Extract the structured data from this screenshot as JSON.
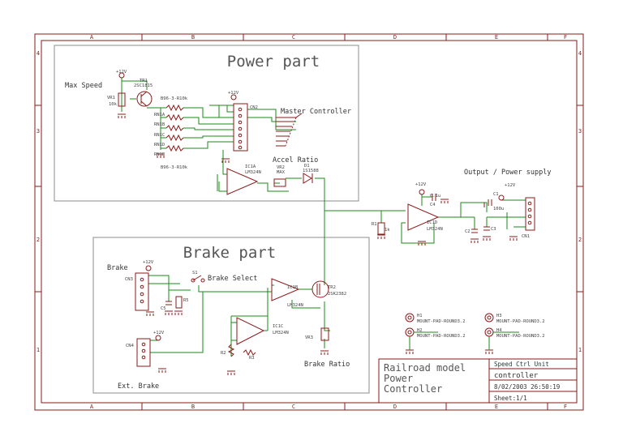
{
  "frame": {
    "col_labels": [
      "A",
      "B",
      "C",
      "D",
      "E",
      "F"
    ],
    "row_labels": [
      "4",
      "3",
      "2",
      "1"
    ]
  },
  "blocks": {
    "power_title": "Power part",
    "brake_title": "Brake part",
    "output_title": "Output / Power supply"
  },
  "labels": {
    "max_speed": "Max Speed",
    "master_controller": "Master Controller",
    "accel_ratio": "Accel Ratio",
    "brake": "Brake",
    "brake_select": "Brake Select",
    "brake_ratio": "Brake Ratio",
    "ext_brake": "Ext. Brake"
  },
  "components": {
    "p12v_a": "+12V",
    "tr1": "TR1",
    "tr1_part": "2SC1815",
    "vr1": "VR1",
    "vr1_val": "10k",
    "r_array_top": "B96-3-R10k",
    "r_array_bot": "B96-3-R10k",
    "rn": [
      "RN1A",
      "RN1B",
      "RN1C",
      "RN1D",
      "RN1E"
    ],
    "p12v_b": "+12V",
    "cn2": "CN2",
    "ic1a": "IC1A",
    "ic1a_part": "LM324N",
    "vr2": "VR2",
    "vr2_val": "MAX",
    "d1": "D1",
    "d1_part": "1S1588",
    "p12v_c": "+12V",
    "c4": "C4",
    "c4_val": "0.1u",
    "c1": "C1",
    "c1_val": "100u",
    "p12v_d": "+12V",
    "r1": "R1",
    "r1_val": "1k",
    "ic1d": "IC1D",
    "ic1d_part": "LM324N",
    "c2": "C2",
    "c3": "C3",
    "cn1": "CN1",
    "p12v_e": "+12V",
    "cn3": "CN3",
    "s1": "S1",
    "c5": "C5",
    "r5": "R5",
    "ic1b": "IC1B",
    "ic1b_part": "LM324N",
    "tr2": "TR2",
    "tr2_part": "2SK2382",
    "ic1c": "IC1C",
    "ic1c_part": "LM324N",
    "r2": "R2",
    "r3": "R3",
    "vr3": "VR3",
    "p12v_f": "+12V",
    "cn4": "CN4",
    "h1": "H1",
    "h2": "H2",
    "h3": "H3",
    "h4": "H4",
    "mount": "MOUNT-PAD-ROUND3.2"
  },
  "title_block": {
    "project": [
      "Railroad model",
      "Power",
      "Controller"
    ],
    "unit": "Speed Ctrl Unit",
    "sheet_name": "controller",
    "date": "8/02/2003 26:50:19",
    "sheet": "Sheet:1/1"
  },
  "colors": {
    "border": "#8b1a1a",
    "wire": "#1a8a1a",
    "component": "#8b1a1a",
    "text": "#333333",
    "block_border": "#8c8c8c"
  }
}
